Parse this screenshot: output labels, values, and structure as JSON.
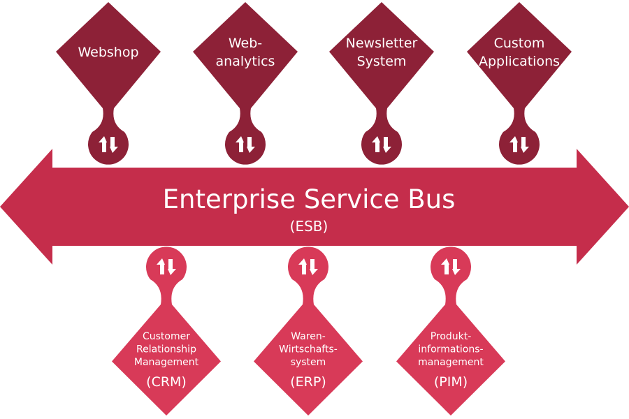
{
  "colors": {
    "top_node": "#8d2137",
    "bus": "#c52d4b",
    "bottom_node": "#d83a58",
    "text": "#ffffff"
  },
  "bus": {
    "title": "Enterprise Service Bus",
    "subtitle": "(ESB)"
  },
  "top_systems": [
    {
      "lines": [
        "Webshop"
      ],
      "connector_icon": "up-down-arrows-icon"
    },
    {
      "lines": [
        "Web-",
        "analytics"
      ],
      "connector_icon": "up-down-arrows-icon"
    },
    {
      "lines": [
        "Newsletter",
        "System"
      ],
      "connector_icon": "up-down-arrows-icon"
    },
    {
      "lines": [
        "Custom",
        "Applications"
      ],
      "connector_icon": "up-down-arrows-icon"
    }
  ],
  "bottom_systems": [
    {
      "lines": [
        "Customer",
        "Relationship",
        "Management"
      ],
      "abbr": "(CRM)",
      "connector_icon": "up-down-arrows-icon"
    },
    {
      "lines": [
        "Waren-",
        "Wirtschafts-",
        "system"
      ],
      "abbr": "(ERP)",
      "connector_icon": "up-down-arrows-icon"
    },
    {
      "lines": [
        "Produkt-",
        "informations-",
        "management"
      ],
      "abbr": "(PIM)",
      "connector_icon": "up-down-arrows-icon"
    }
  ]
}
